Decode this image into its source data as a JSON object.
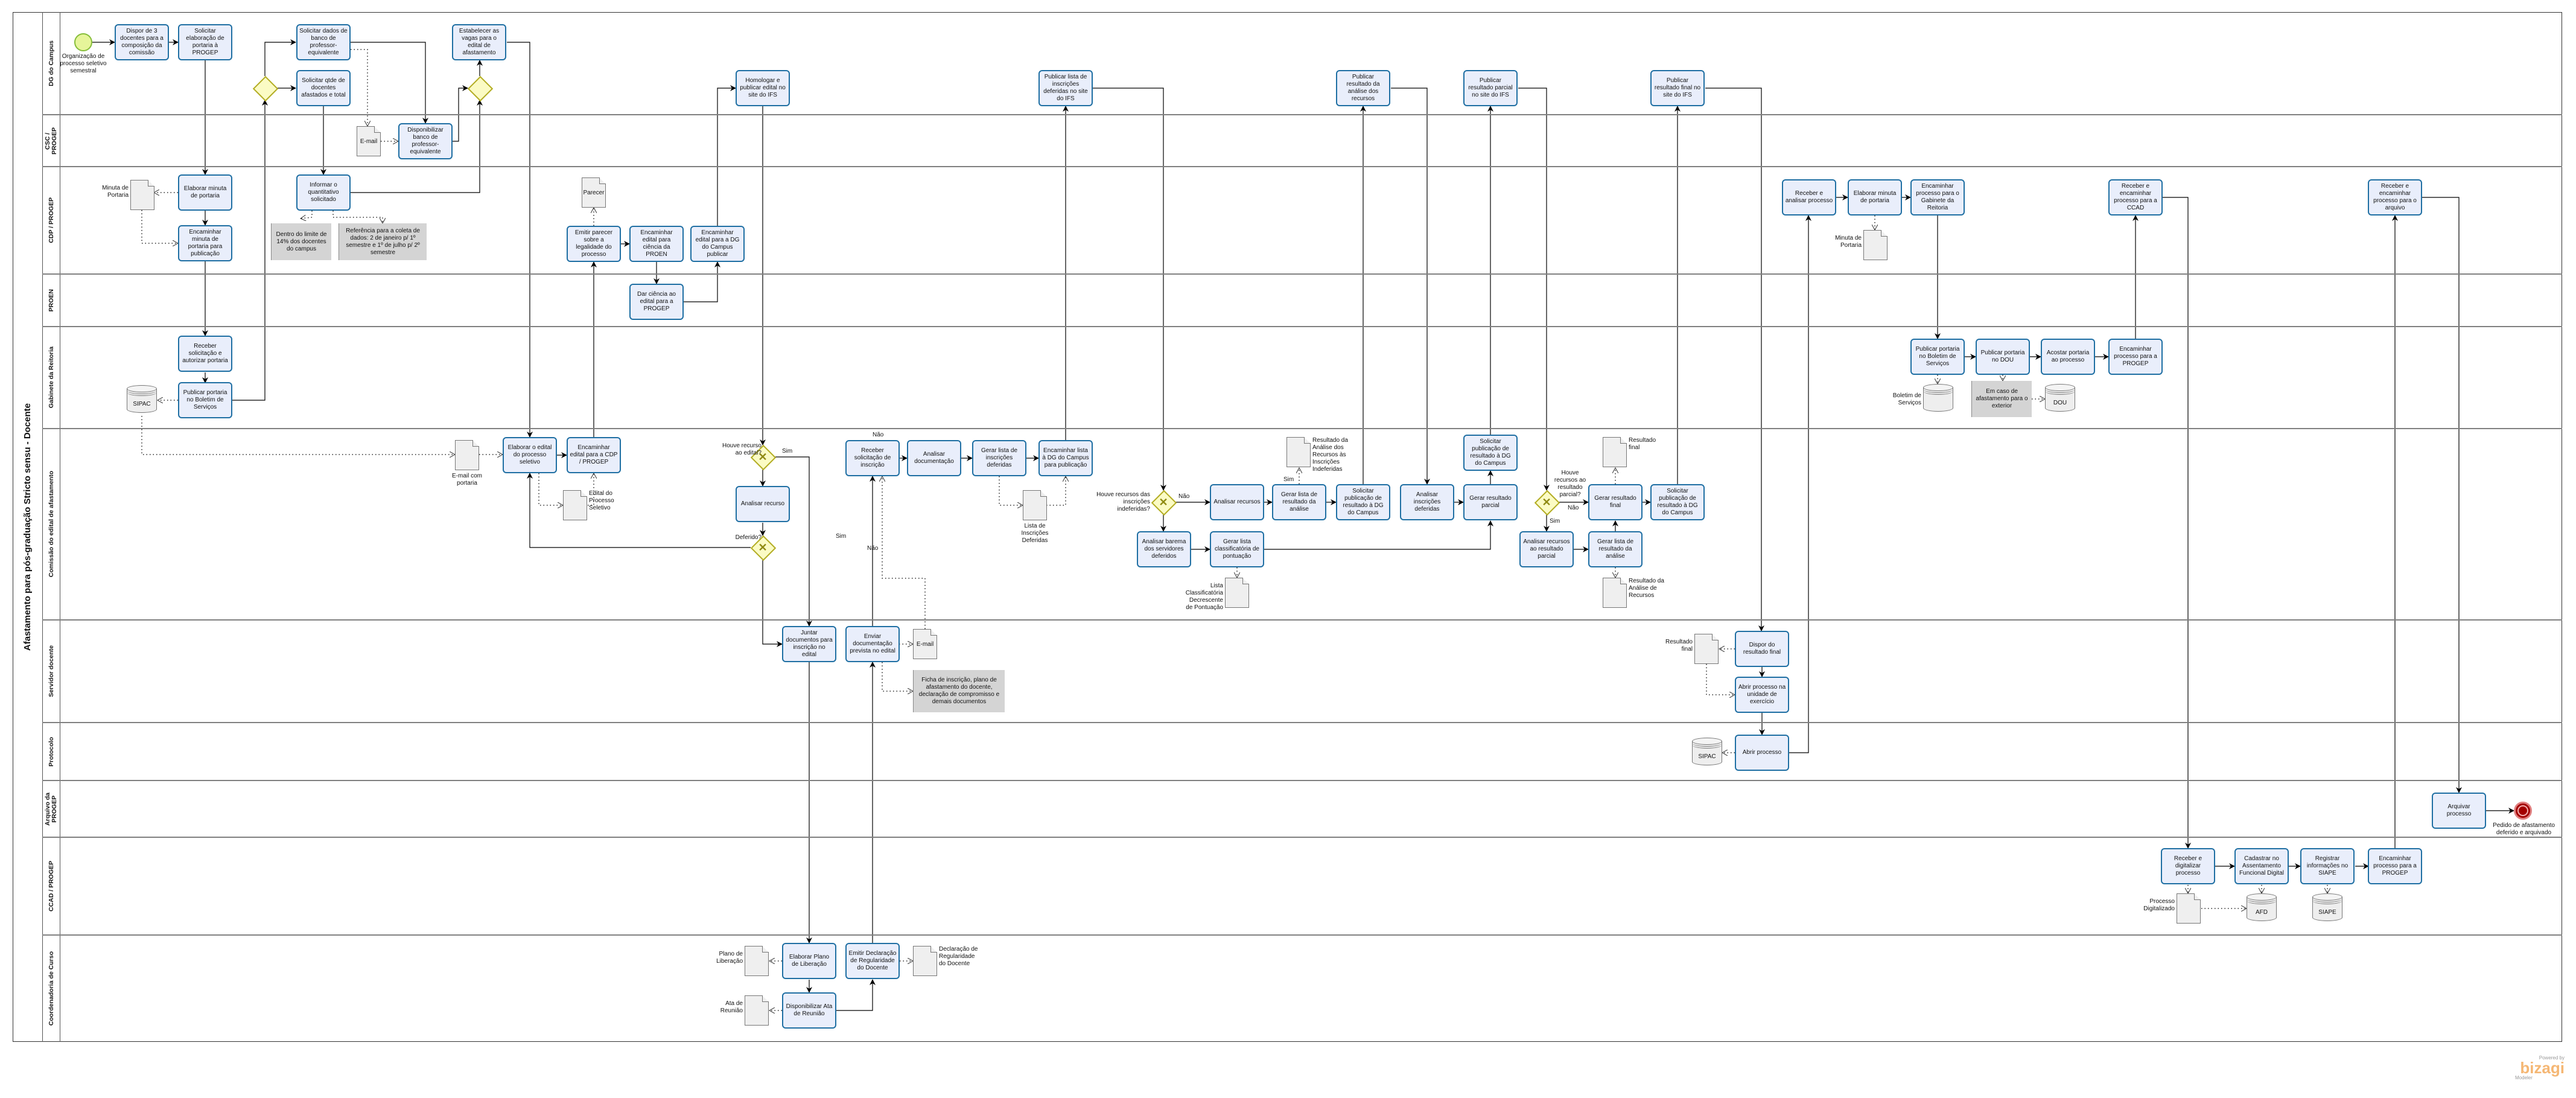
{
  "title": "Afastamento para pós-graduação Stricto sensu - Docente",
  "lanes": [
    {
      "id": "dg",
      "label": "DG do Campus"
    },
    {
      "id": "csc",
      "label": "CSC /\nPROGEP"
    },
    {
      "id": "cdp",
      "label": "CDP / PROGEP"
    },
    {
      "id": "proen",
      "label": "PROEN"
    },
    {
      "id": "gab",
      "label": "Gabinete da Reitoria"
    },
    {
      "id": "com",
      "label": "Comissão do edital de afastamento"
    },
    {
      "id": "serv",
      "label": "Servidor docente"
    },
    {
      "id": "prot",
      "label": "Protocolo"
    },
    {
      "id": "arq",
      "label": "Arquivo da\nPROGEP"
    },
    {
      "id": "ccad",
      "label": "CCAD / PROGEP"
    },
    {
      "id": "coord",
      "label": "Coordenadoria de Curso"
    }
  ],
  "events": {
    "start": "Organização de processo seletivo semestral",
    "end": "Pedido de afastamento deferido e arquivado"
  },
  "tasks": {
    "t1": "Dispor de 3 docentes para a composição da comissão",
    "t2": "Solicitar elaboração de portaria à PROGEP",
    "t3": "Solicitar dados de banco de professor-equivalente",
    "t4": "Solicitar qtde de docentes afastados e total",
    "t5": "Disponibilizar banco de professor-equivalente",
    "t6": "Elaborar minuta de portaria",
    "t7": "Encaminhar minuta de portaria para publicação",
    "t8": "Informar o quantitativo solicitado",
    "t9": "Receber solicitação e autorizar portaria",
    "t10": "Publicar portaria no Boletim de Serviços",
    "t11": "Estabelecer as vagas para o edital de afastamento",
    "t12": "Emitir parecer sobre a legalidade do processo",
    "t13": "Encaminhar edital para ciência da PROEN",
    "t14": "Encaminhar edital para a DG do Campus publicar",
    "t15": "Dar ciência ao edital para a PROGEP",
    "t16": "Homologar e publicar edital no site do IFS",
    "t17": "Publicar lista de inscrições deferidas no site do IFS",
    "t18": "Publicar resultado da análise dos recursos",
    "t19": "Publicar resultado parcial no site do IFS",
    "t20": "Publicar resultado final no site do IFS",
    "t21": "Receber e analisar processo",
    "t22": "Elaborar minuta de portaria",
    "t23": "Encaminhar processo para o Gabinete da Reitoria",
    "t24": "Publicar portaria no Boletim de Serviços",
    "t25": "Publicar portaria no DOU",
    "t26": "Acostar portaria ao processo",
    "t27": "Encaminhar processo para a PROGEP",
    "t28": "Receber e encaminhar processo para a CCAD",
    "t29": "Receber e encaminhar processo para o arquivo",
    "t30": "Elaborar o edital do processo seletivo",
    "t31": "Encaminhar edital para a CDP / PROGEP",
    "t32": "Analisar recurso",
    "t33": "Juntar documentos para inscrição no edital",
    "t34": "Receber solicitação de inscrição",
    "t35": "Analisar documentação",
    "t36": "Gerar lista de inscrições deferidas",
    "t37": "Encaminhar lista à DG do Campus para publicação",
    "t38": "Enviar documentação prevista no edital",
    "t39": "Analisar recursos",
    "t40": "Analisar barema dos servidores deferidos",
    "t41": "Gerar lista classificatória de pontuação",
    "t42": "Gerar lista de resultado da análise",
    "t43": "Solicitar publicação de resultado à DG do Campus",
    "t44": "Analisar inscrições deferidas",
    "t45": "Gerar resultado parcial",
    "t46": "Solicitar publicação de resultado à DG do Campus",
    "t47": "Gerar resultado final",
    "t48": "Analisar recursos ao resultado parcial",
    "t49": "Gerar lista de resultado da análise",
    "t50": "Solicitar publicação de resultado à DG do Campus",
    "t51": "Dispor do resultado final",
    "t52": "Abrir processo na unidade de exercício",
    "t53": "Abrir processo",
    "t54": "Elaborar Plano de Liberação",
    "t55": "Emitir Declaração de Regularidade do Docente",
    "t56": "Disponibilizar Ata de Reunião",
    "t57": "Arquivar processo",
    "t58": "Receber e digitalizar processo",
    "t59": "Cadastrar no Assentamento Funcional Digital",
    "t60": "Registrar informações no SIAPE",
    "t61": "Encaminhar processo para a PROGEP"
  },
  "gateways": {
    "p1": "",
    "p2": "",
    "x1": "Houve recurso\nao edital?",
    "x2": "Deferido?",
    "x3": "Houve recursos das\ninscrições\nindeferidas?",
    "x4": "Houve\nrecursos ao\nresultado\nparcial?"
  },
  "documents": {
    "d1": "Minuta de\nPortaria",
    "d2": "E-mail",
    "d3": "Parecer",
    "d4": "E-mail com\nportaria",
    "d5": "Edital do\nProcesso\nSeletivo",
    "d6": "Lista de\nInscrições\nDeferidas",
    "d7": "E-mail",
    "d8": "Lista\nClassificatória\nDecrescente\nde Pontuação",
    "d9": "Resultado da\nAnálise dos\nRecursos às\nInscrições\nIndeferidas",
    "d10": "Resultado\nfinal",
    "d11": "Resultado da\nAnálise de\nRecursos",
    "d12": "Resultado\nfinal",
    "d13": "Minuta de\nPortaria",
    "d14": "Plano de\nLiberação",
    "d15": "Ata de\nReunião",
    "d16": "Declaração de\nRegularidade\ndo Docente",
    "d17": "Processo\nDigitalizado"
  },
  "datastores": {
    "s1": "SIPAC",
    "s2": "Boletim de\nServiços",
    "s3": "DOU",
    "s4": "SIPAC",
    "s5": "AFD",
    "s6": "SIAPE"
  },
  "annotations": {
    "a1": "Dentro do limite de 14% dos docentes do campus",
    "a2": "Referência para a coleta de dados: 2 de janeiro p/ 1º semestre e 1º de julho p/ 2º semestre",
    "a3": "Ficha de inscrição, plano de afastamento do docente, declaração de compromisso e demais documentos",
    "a4": "Em caso de afastamento para o exterior"
  },
  "flow_labels": {
    "f1": "Não",
    "f2": "Sim",
    "f3": "Não",
    "f4": "Sim",
    "f5": "Sim",
    "f6": "Não",
    "f7": "Não",
    "f8": "Sim"
  },
  "branding": {
    "powered_by": "Powered by",
    "logo": "bizagi",
    "product": "Modeler"
  },
  "colors": {
    "task_fill": "#e9eefb",
    "task_border": "#1f6fa3",
    "gateway_fill": "#fbfbc4",
    "gateway_border": "#b3ad24",
    "start": "#e6f59a",
    "end": "#a30000",
    "annotation": "#d4d4d4"
  }
}
